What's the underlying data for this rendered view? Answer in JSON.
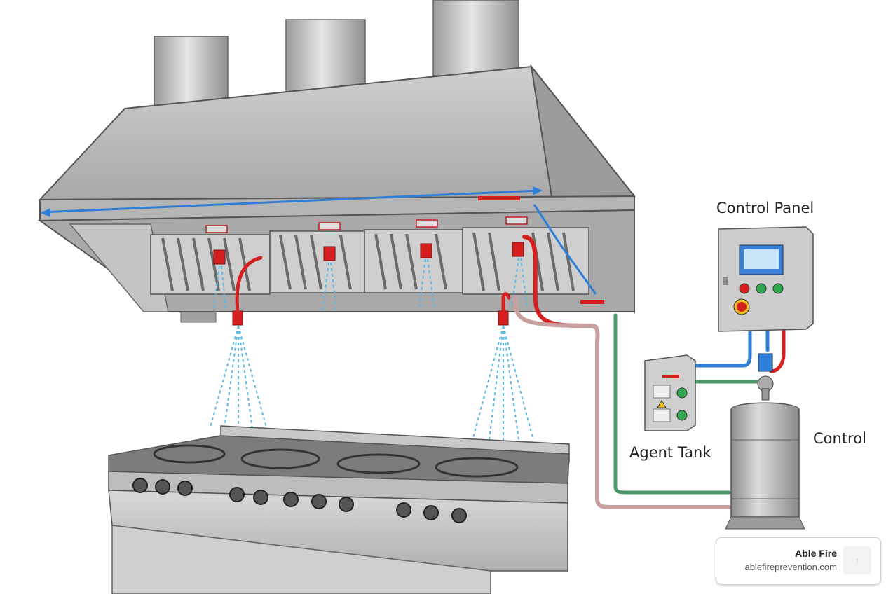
{
  "labels": {
    "control_panel": "Control Panel",
    "agent_tank": "Agent Tank",
    "control": "Control"
  },
  "badge": {
    "name": "Able Fire",
    "url": "ablefireprevention.com",
    "icon": "upload-arrow-icon"
  },
  "colors": {
    "steel": "#bdbdbd",
    "nozzle_red": "#d62020",
    "detection_blue": "#2f7fd8",
    "spray_blue": "#5ab9e0",
    "pipe_green": "#4f9a6d",
    "pipe_pink": "#c9a0a0"
  }
}
